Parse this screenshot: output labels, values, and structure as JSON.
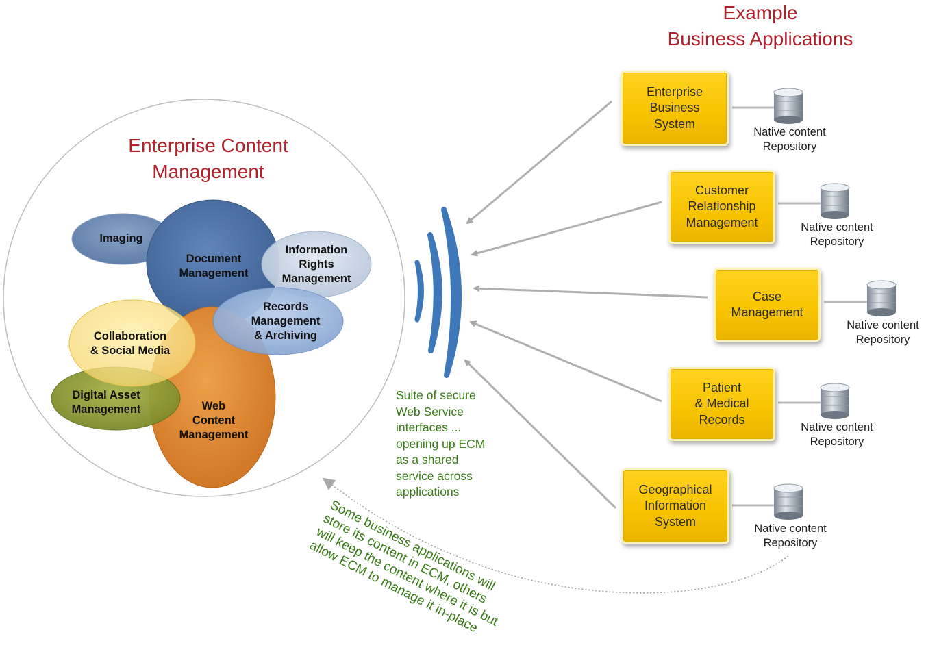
{
  "header": {
    "title_line1": "Example",
    "title_line2": "Business Applications"
  },
  "ecm": {
    "title_line1": "Enterprise Content",
    "title_line2": "Management",
    "bubbles": {
      "imaging": "Imaging",
      "document_management": "Document\nManagement",
      "information_rights": "Information\nRights\nManagement",
      "records_management": "Records\nManagement\n& Archiving",
      "collaboration": "Collaboration\n& Social Media",
      "digital_asset": "Digital Asset\nManagement",
      "web_content": "Web\nContent\nManagement"
    }
  },
  "interfaces_note": "Suite of secure\nWeb Service\ninterfaces ...\nopening up ECM\nas a shared\nservice across\napplications",
  "storage_note": "Some business applications will\nstore its content in ECM, others\nwill keep the content where it is but\nallow ECM to manage it in-place",
  "applications": [
    {
      "name": "Enterprise\nBusiness\nSystem",
      "repository": "Native content\nRepository"
    },
    {
      "name": "Customer\nRelationship\nManagement",
      "repository": "Native content\nRepository"
    },
    {
      "name": "Case\nManagement",
      "repository": "Native content\nRepository"
    },
    {
      "name": "Patient\n& Medical\nRecords",
      "repository": "Native content\nRepository"
    },
    {
      "name": "Geographical\nInformation\nSystem",
      "repository": "Native content\nRepository"
    }
  ],
  "colors": {
    "title_red": "#b0222b",
    "note_green": "#3a7a16",
    "app_yellow": "#f7c300",
    "document_blue": "#4a6fa5",
    "web_orange": "#e08a2e",
    "signal_blue": "#3f78b8",
    "arrow_gray": "#b0b0b0"
  },
  "icons": {
    "repository": "database-cylinder-icon",
    "signal": "wireless-signal-icon"
  }
}
